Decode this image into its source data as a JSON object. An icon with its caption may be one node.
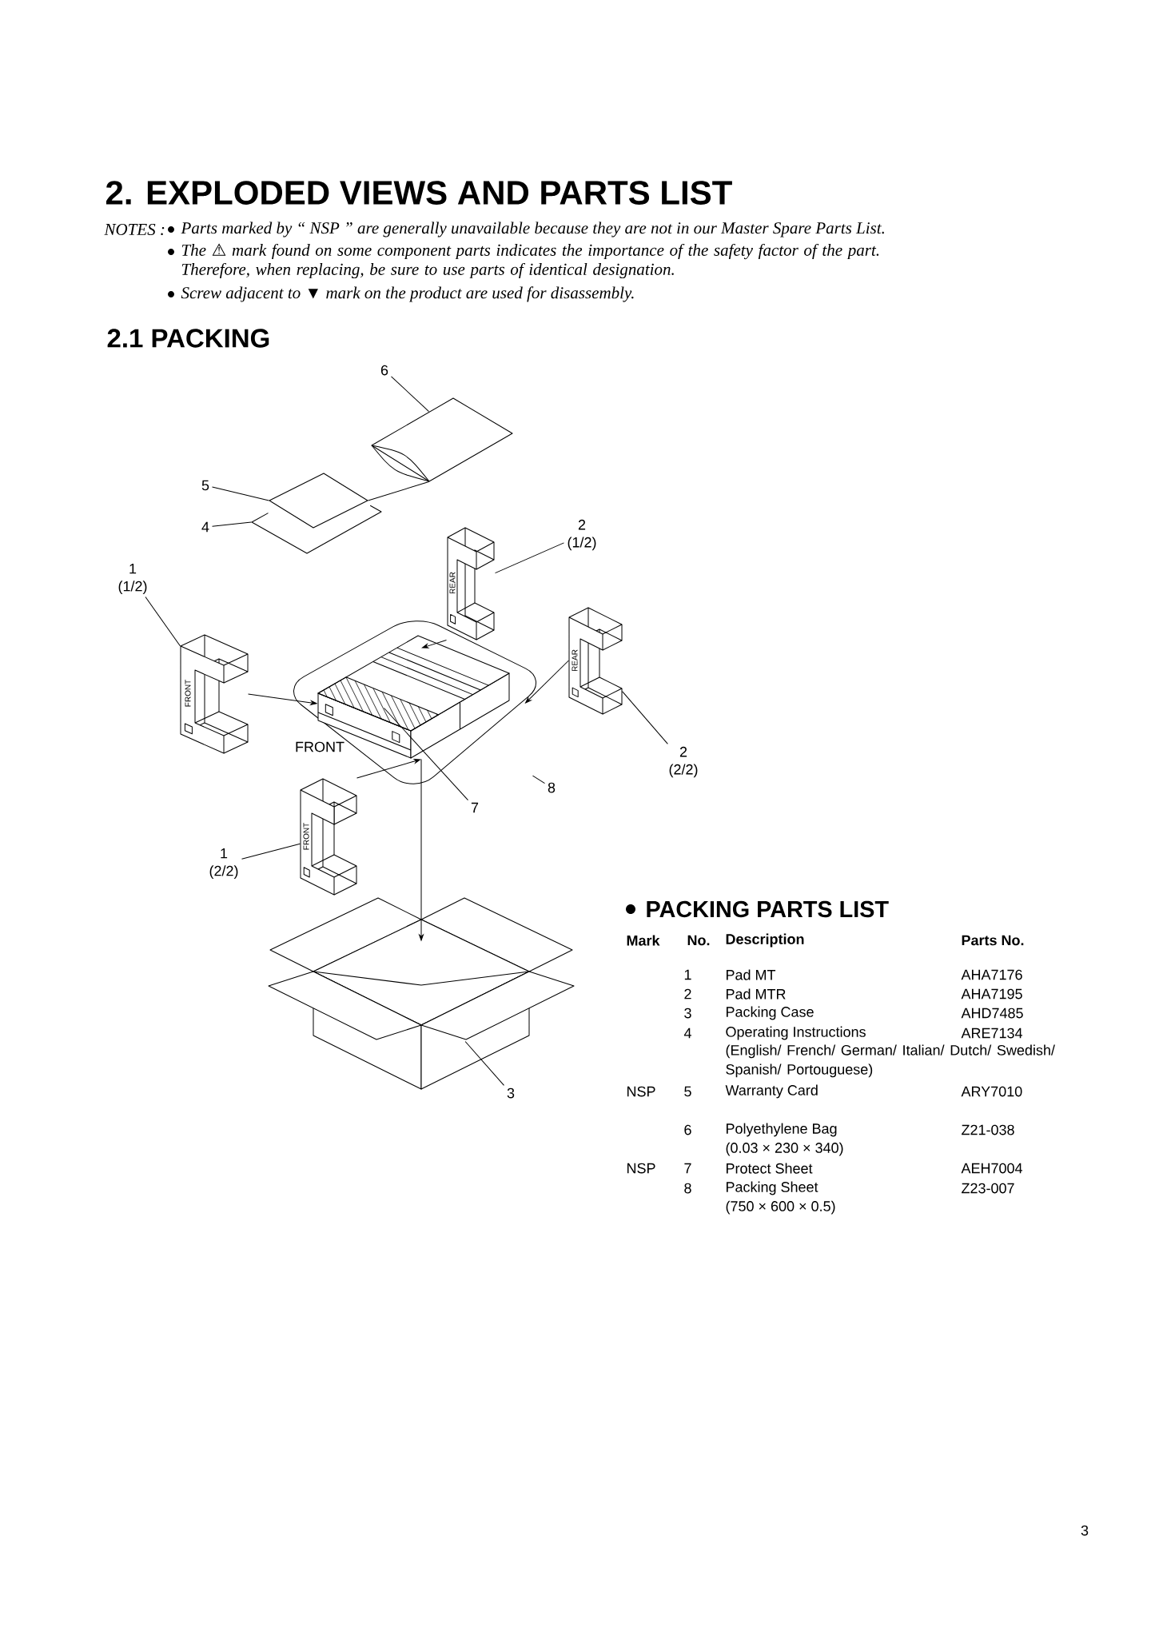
{
  "diagram": {
    "title": "2. EXPLODED VIEWS AND PARTS LIST",
    "nodes": [
      {
        "text": [
          "6"
        ]
      },
      {
        "text": [],
        "shape": "picture"
      },
      {
        "text": [
          "5"
        ]
      },
      {
        "text": [],
        "shape": "picture"
      },
      {
        "text": [
          "4"
        ]
      },
      {
        "text": [],
        "shape": "picture"
      },
      {
        "text": [
          "2 (1/2)"
        ]
      },
      {
        "text": [],
        "shape": "picture"
      },
      {
        "text": [
          "1 (1/2)"
        ]
      },
      {
        "text": [],
        "shape": "picture"
      },
      {
        "text": [],
        "shape": "picture"
      },
      {
        "text": [],
        "shape": "picture",
        "in": 10
      },
      {
        "text": [],
        "shape": "picture",
        "in": 11
      },
      {
        "text": [],
        "shape": "picture"
      },
      {
        "text": [
          "8"
        ]
      },
      {
        "text": [
          "2 (2/2)"
        ]
      },
      {
        "text": [
          "7"
        ]
      },
      {
        "text": [],
        "shape": "picture"
      },
      {
        "text": [
          "1 (2/2)"
        ]
      },
      {
        "text": [],
        "shape": "picture"
      },
      {
        "text": [
          "3"
        ]
      }
    ],
    "edges": [
      {
        "from": 0,
        "to": 1,
        "arrow": "none"
      },
      {
        "from": 2,
        "to": 3,
        "arrow": "none"
      },
      {
        "from": 4,
        "to": 5,
        "arrow": "none"
      },
      {
        "from": 3,
        "to": 1,
        "arrow": "none"
      },
      {
        "from": 6,
        "to": 7,
        "arrow": "none"
      },
      {
        "from": 8,
        "to": 9,
        "arrow": "none"
      },
      {
        "from": 7,
        "to": 11,
        "arrow": "to"
      },
      {
        "from": 9,
        "to": 11,
        "arrow": "to"
      },
      {
        "from": 13,
        "to": 11,
        "arrow": "to"
      },
      {
        "from": 17,
        "to": 11,
        "arrow": "to"
      },
      {
        "from": 11,
        "to": 19,
        "arrow": "to"
      },
      {
        "from": 14,
        "to": 10,
        "arrow": "none"
      },
      {
        "from": 15,
        "to": 13,
        "arrow": "none"
      },
      {
        "from": 16,
        "to": 12,
        "arrow": "none"
      },
      {
        "from": 18,
        "to": 17,
        "arrow": "none"
      },
      {
        "from": 20,
        "to": 19,
        "arrow": "none"
      }
    ],
    "labels": [
      "NOTES :",
      "Parts marked by “ NSP ” are generally unavailable because they are not in our Master Spare Parts List.",
      "The ⚠ mark found on some component parts indicates the importance of the safety factor of the part. Therefore, when replacing, be sure to use parts of identical designation.",
      "Screw adjacent to ▼ mark on the product are used for disassembly.",
      "2.1 PACKING",
      "REAR",
      "FRONT",
      "REAR",
      "FRONT",
      "FRONT",
      "PACKING PARTS LIST",
      "Mark",
      "No.",
      "Description",
      "Parts No.",
      "1",
      "Pad MT",
      "AHA7176",
      "2",
      "Pad MTR",
      "AHA7195",
      "3",
      "Packing Case",
      "AHD7485",
      "4",
      "Operating Instructions",
      "ARE7134",
      "(English/ French/ German/ Italian/ Dutch/ Swedish/ Spanish/ Portouguese)",
      "NSP",
      "5",
      "Warranty Card",
      "ARY7010",
      "6",
      "Polyethylene Bag",
      "Z21-038",
      "(0.03 × 230 × 340)",
      "NSP",
      "7",
      "Protect Sheet",
      "AEH7004",
      "8",
      "Packing Sheet",
      "Z23-007",
      "(750 × 600 × 0.5)",
      "3"
    ]
  }
}
